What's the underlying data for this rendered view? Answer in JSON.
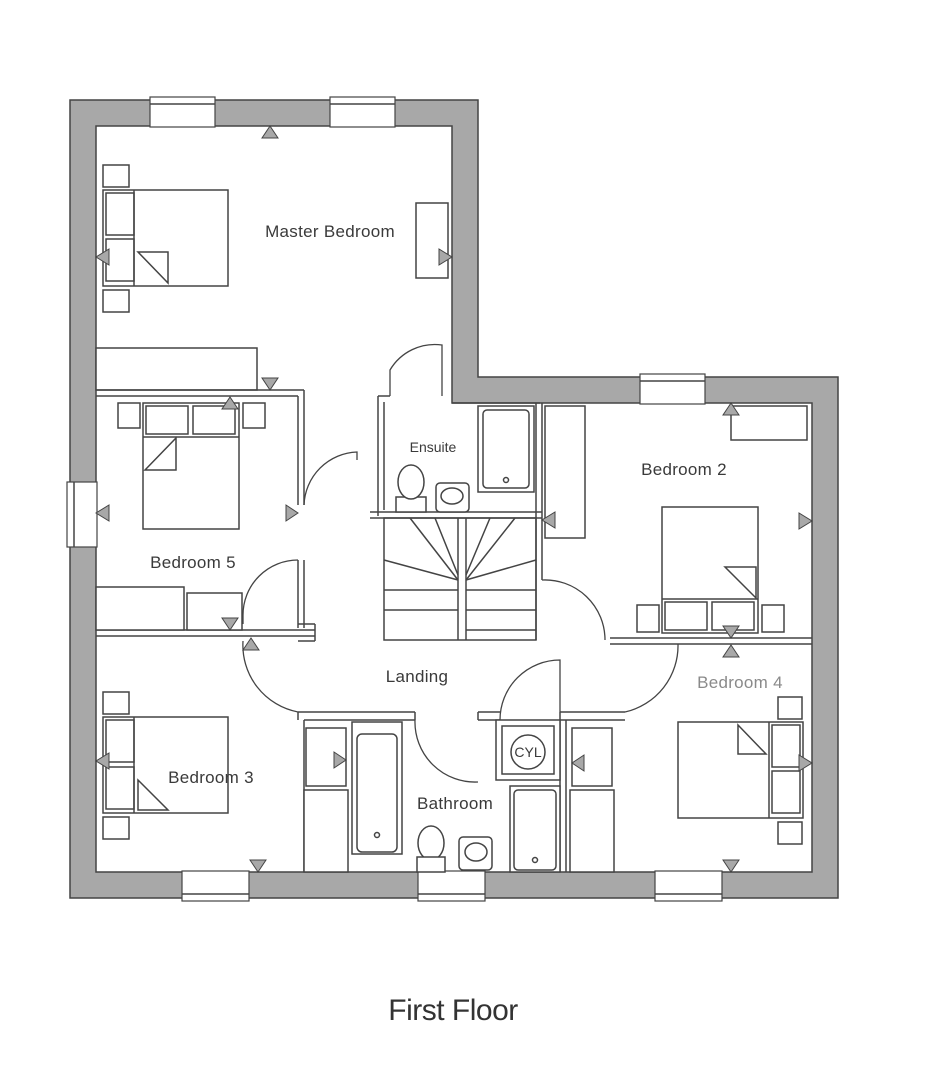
{
  "floor_title": "First Floor",
  "rooms": {
    "master_bedroom": "Master Bedroom",
    "ensuite": "Ensuite",
    "bedroom_2": "Bedroom 2",
    "bedroom_5": "Bedroom 5",
    "landing": "Landing",
    "bedroom_4": "Bedroom 4",
    "bedroom_3": "Bedroom 3",
    "bathroom": "Bathroom"
  },
  "fixtures": {
    "cylinder": "CYL"
  },
  "colors": {
    "wall": "#a8a8a8",
    "line": "#444444"
  }
}
